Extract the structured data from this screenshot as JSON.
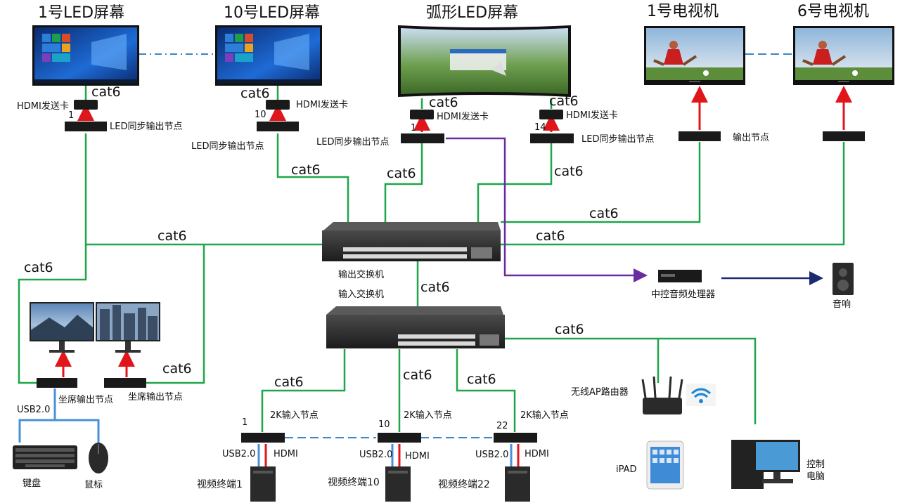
{
  "titles": {
    "led1": "1号LED屏幕",
    "led10": "10号LED屏幕",
    "curved": "弧形LED屏幕",
    "tv1": "1号电视机",
    "tv6": "6号电视机"
  },
  "cable": "cat6",
  "labels": {
    "hdmi_sender": "HDMI发送卡",
    "led_sync_node": "LED同步输出节点",
    "output_node": "输出节点",
    "output_switch": "输出交换机",
    "input_switch": "输入交换机",
    "central_audio": "中控音频处理器",
    "speaker": "音响",
    "seat_output_node": "坐席输出节点",
    "usb": "USB2.0",
    "keyboard": "键盘",
    "mouse": "鼠标",
    "input_node_2k": "2K输入节点",
    "hdmi": "HDMI",
    "terminal1": "视频终端1",
    "terminal10": "视频终端10",
    "terminal22": "视频终端22",
    "wireless_ap": "无线AP路由器",
    "ipad": "iPAD",
    "control_pc": "控制\n电脑"
  },
  "numbers": {
    "n1": "1",
    "n10": "10",
    "n14": "14",
    "n22": "22"
  },
  "colors": {
    "cat6": "#1fa64a",
    "signal": "#e0161b",
    "dash": "#3a86c8",
    "audio": "#6a2aa0",
    "speaker_line": "#1c2a6e",
    "usb_line": "#4a90d9"
  }
}
